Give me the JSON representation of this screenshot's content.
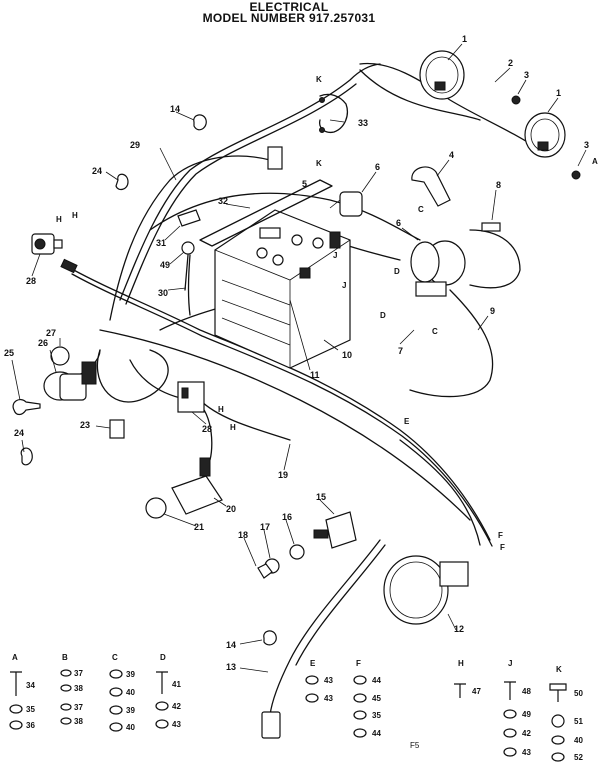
{
  "title": {
    "line1": "ELECTRICAL",
    "line2": "MODEL NUMBER 917.257031"
  },
  "callouts": [
    "1",
    "2",
    "3",
    "1",
    "3",
    "4",
    "6",
    "8",
    "6",
    "7",
    "9",
    "14",
    "24",
    "29",
    "33",
    "32",
    "5",
    "31",
    "49",
    "30",
    "10",
    "11",
    "H",
    "H",
    "28",
    "27",
    "26",
    "25",
    "24",
    "23",
    "28",
    "H",
    "H",
    "19",
    "20",
    "21",
    "15",
    "16",
    "17",
    "18",
    "14",
    "13",
    "12",
    "K",
    "K",
    "J",
    "J",
    "D",
    "D",
    "C",
    "C",
    "A",
    "E",
    "F",
    "F"
  ],
  "legend": [
    {
      "letter": "A",
      "rows": [
        {
          "num": "34"
        },
        {
          "num": "35"
        },
        {
          "num": "36"
        }
      ]
    },
    {
      "letter": "B",
      "rows": [
        {
          "num": "37"
        },
        {
          "num": "38"
        },
        {
          "num": "37"
        },
        {
          "num": "38"
        }
      ]
    },
    {
      "letter": "C",
      "rows": [
        {
          "num": "39"
        },
        {
          "num": "40"
        },
        {
          "num": "39"
        },
        {
          "num": "40"
        }
      ]
    },
    {
      "letter": "D",
      "rows": [
        {
          "num": "41"
        },
        {
          "num": "42"
        },
        {
          "num": "43"
        }
      ]
    },
    {
      "letter": "E",
      "rows": [
        {
          "num": "43"
        },
        {
          "num": "43"
        }
      ]
    },
    {
      "letter": "F",
      "rows": [
        {
          "num": "44"
        },
        {
          "num": "45"
        },
        {
          "num": "35"
        },
        {
          "num": "44"
        }
      ]
    },
    {
      "letter": "H",
      "rows": [
        {
          "num": "47"
        }
      ]
    },
    {
      "letter": "J",
      "rows": [
        {
          "num": "48"
        },
        {
          "num": "49"
        },
        {
          "num": "42"
        },
        {
          "num": "43"
        }
      ]
    },
    {
      "letter": "K",
      "rows": [
        {
          "num": "50"
        },
        {
          "num": "51"
        },
        {
          "num": "40"
        },
        {
          "num": "52"
        }
      ]
    }
  ],
  "footer": "F5"
}
